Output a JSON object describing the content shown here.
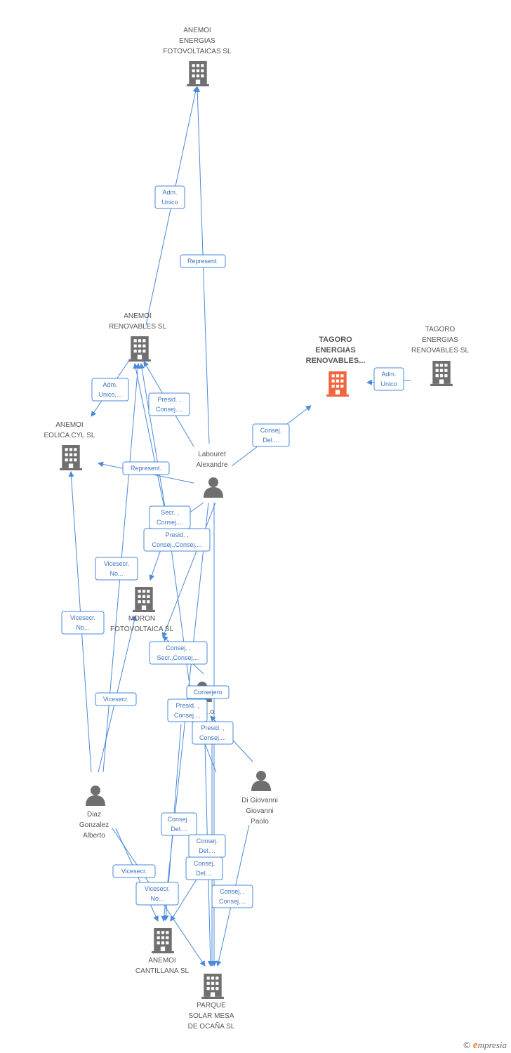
{
  "colors": {
    "edge": "#4a8ad8",
    "company": "#6f6f6f",
    "focus_company": "#f2643c",
    "person": "#6f6f6f"
  },
  "nodes": [
    {
      "id": "fotovoltaicas",
      "type": "company",
      "label": [
        "ANEMOI",
        "ENERGIAS",
        "FOTOVOLTAICAS SL"
      ]
    },
    {
      "id": "renovables",
      "type": "company",
      "label": [
        "ANEMOI",
        "RENOVABLES SL"
      ]
    },
    {
      "id": "tagoro_focus",
      "type": "company",
      "focus": true,
      "label": [
        "TAGORO",
        "ENERGIAS",
        "RENOVABLES..."
      ]
    },
    {
      "id": "tagoro_sl",
      "type": "company",
      "label": [
        "TAGORO",
        "ENERGIAS",
        "RENOVABLES SL"
      ]
    },
    {
      "id": "eolica",
      "type": "company",
      "label": [
        "ANEMOI",
        "EOLICA CYL  SL"
      ]
    },
    {
      "id": "labouret",
      "type": "person",
      "label": [
        "Labouret",
        "Alexandre"
      ]
    },
    {
      "id": "moron",
      "type": "company",
      "label": [
        "MORON",
        "FOTOVOLTAICA SL"
      ]
    },
    {
      "id": "hidden_person",
      "type": "person",
      "label": [
        "...o"
      ]
    },
    {
      "id": "digiovanni",
      "type": "person",
      "label": [
        "Di Giovanni",
        "Giovanni",
        "Paolo"
      ]
    },
    {
      "id": "diaz",
      "type": "person",
      "label": [
        "Diaz",
        "Gonzalez",
        "Alberto"
      ]
    },
    {
      "id": "cantillana",
      "type": "company",
      "label": [
        "ANEMOI",
        "CANTILLANA SL"
      ]
    },
    {
      "id": "ocana",
      "type": "company",
      "label": [
        "PARQUE",
        "SOLAR MESA",
        "DE OCAÑA SL"
      ]
    }
  ],
  "edges": [
    {
      "label": [
        "Adm.",
        "Unico"
      ]
    },
    {
      "label": [
        "Represent."
      ]
    },
    {
      "label": [
        "Adm.",
        "Unico,..."
      ]
    },
    {
      "label": [
        "Presid. ,",
        "Consej...."
      ]
    },
    {
      "label": [
        "Adm.",
        "Unico"
      ]
    },
    {
      "label": [
        "Consej.",
        "Del...."
      ]
    },
    {
      "label": [
        "Represent."
      ]
    },
    {
      "label": [
        "Secr. ,",
        "Consej...."
      ]
    },
    {
      "label": [
        "Presid. ,",
        "Consej.,Consej...."
      ]
    },
    {
      "label": [
        "Vicesecr.",
        "No..."
      ]
    },
    {
      "label": [
        "Vicesecr.",
        "No..."
      ]
    },
    {
      "label": [
        "Consej. ,",
        "Secr.,Consej...."
      ]
    },
    {
      "label": [
        "Consejero"
      ]
    },
    {
      "label": [
        "Vicesecr."
      ]
    },
    {
      "label": [
        "Presid. ,",
        "Consej...."
      ]
    },
    {
      "label": [
        "Presid. ,",
        "Consej...."
      ]
    },
    {
      "label": [
        "Consej .",
        "Del...."
      ]
    },
    {
      "label": [
        "Consej.",
        "Del...."
      ]
    },
    {
      "label": [
        "Consej.",
        "Del...."
      ]
    },
    {
      "label": [
        "Vicesecr."
      ]
    },
    {
      "label": [
        "Vicesecr.",
        "No..."
      ]
    },
    {
      "label": [
        "Consej. ,",
        "Consej...."
      ]
    }
  ],
  "footer": {
    "copyright": "©",
    "brand_initial": "e",
    "brand_rest": "mpresia"
  }
}
